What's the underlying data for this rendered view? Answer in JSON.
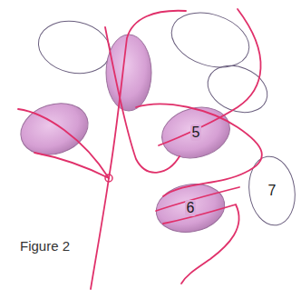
{
  "diagram": {
    "caption": "Figure 2",
    "nodes": [
      {
        "text": [
          "5"
        ]
      },
      {
        "text": [
          "7"
        ]
      },
      {
        "text": [
          "6"
        ]
      }
    ]
  }
}
